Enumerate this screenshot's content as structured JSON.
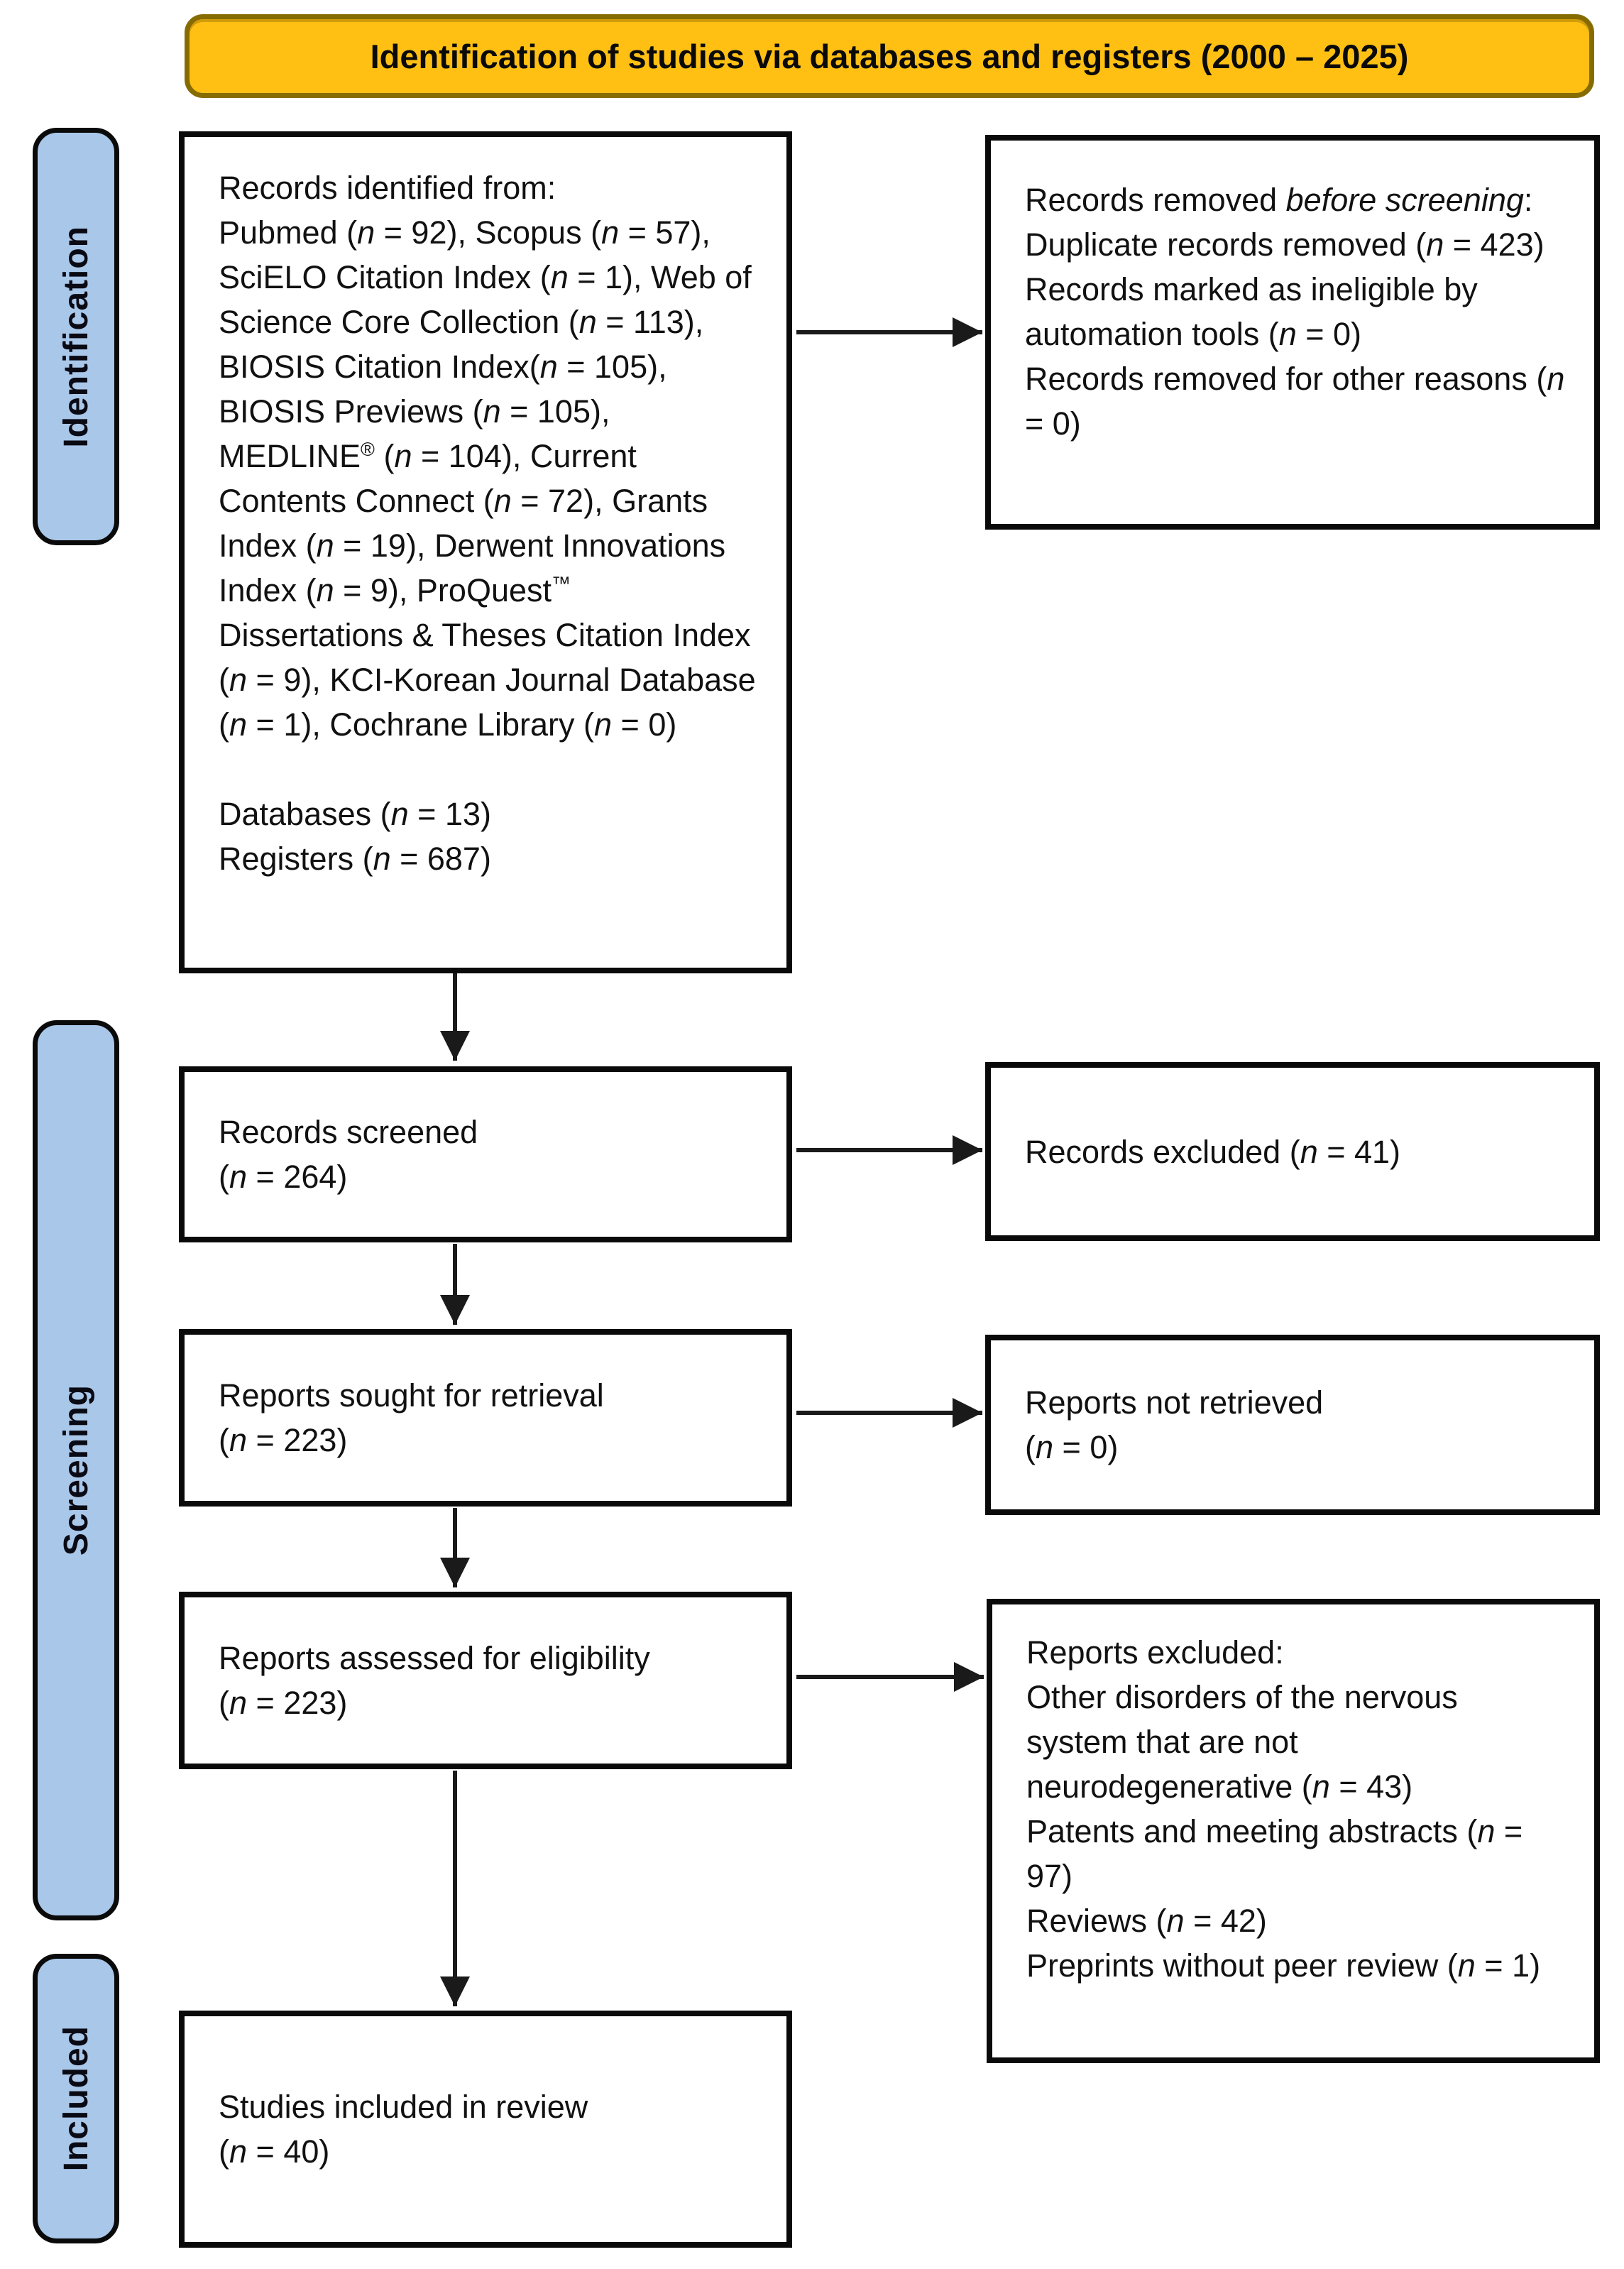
{
  "banner": {
    "title": "Identification of studies via databases and registers (2000 – 2025)"
  },
  "stages": [
    {
      "id": "identification",
      "label": "Identification"
    },
    {
      "id": "screening",
      "label": "Screening"
    },
    {
      "id": "included",
      "label": "Included"
    }
  ],
  "boxes": {
    "records_identified": {
      "lines": [
        "Records identified from:",
        "Pubmed (n = 92), Scopus (n = 57), SciELO Citation Index (n = 1), Web of Science Core Collection (n = 113), BIOSIS Citation Index(n = 105), BIOSIS Previews (n = 105), MEDLINE® (n = 104), Current Contents Connect (n = 72), Grants Index (n = 19), Derwent Innovations Index (n = 9), ProQuest™ Dissertations & Theses Citation Index (n = 9), KCI-Korean Journal Database (n = 1), Cochrane Library (n = 0)",
        "",
        "Databases (n = 13)",
        "Registers (n = 687)"
      ]
    },
    "records_removed": {
      "lines": [
        "Records removed *before screening*:",
        "Duplicate records removed (n = 423)",
        "Records marked as ineligible by automation tools (n = 0)",
        "Records removed for other reasons (n = 0)"
      ]
    },
    "records_screened": {
      "lines": [
        "Records screened",
        "(n = 264)"
      ]
    },
    "records_excluded": {
      "lines": [
        "Records excluded (n = 41)"
      ]
    },
    "reports_sought": {
      "lines": [
        "Reports sought for retrieval",
        "(n = 223)"
      ]
    },
    "reports_not_retrieved": {
      "lines": [
        "Reports not retrieved",
        "(n = 0)"
      ]
    },
    "reports_assessed": {
      "lines": [
        "Reports assessed for eligibility",
        "(n = 223)"
      ]
    },
    "reports_excluded": {
      "lines": [
        "Reports excluded:",
        "Other disorders of the nervous system that are not neurodegenerative (n = 43)",
        "Patents and meeting abstracts (n = 97)",
        "Reviews (n = 42)",
        "Preprints without peer review (n = 1)"
      ]
    },
    "studies_included": {
      "lines": [
        "Studies included in review",
        "(n = 40)"
      ]
    }
  },
  "colors": {
    "banner_fill": "#FFC013",
    "banner_border": "#866C00",
    "stage_fill": "#A9C7E9",
    "box_border": "#000000",
    "arrow": "#1A1A1A"
  }
}
